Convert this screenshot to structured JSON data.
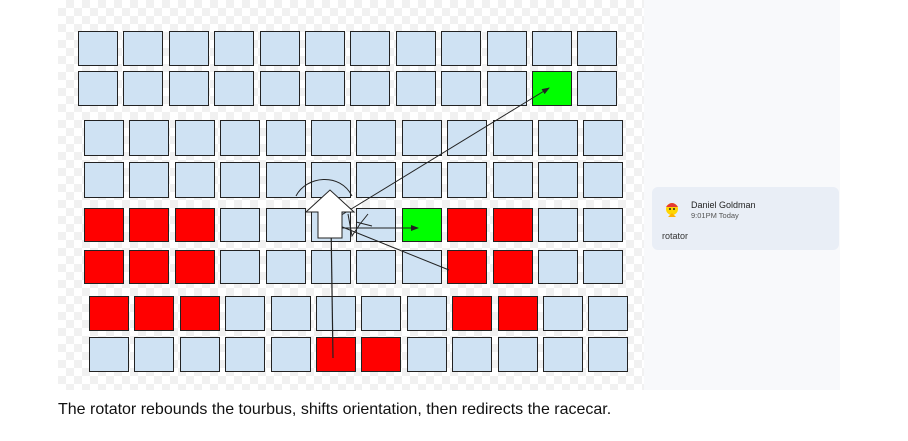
{
  "canvas": {
    "colors": {
      "empty": "#cfe2f3",
      "red": "#ff0000",
      "green": "#00ff00",
      "border": "#222222"
    },
    "grid_rows": [
      [
        "e",
        "e",
        "e",
        "e",
        "e",
        "e",
        "e",
        "e",
        "e",
        "e",
        "e",
        "e"
      ],
      [
        "e",
        "e",
        "e",
        "e",
        "e",
        "e",
        "e",
        "e",
        "e",
        "e",
        "g",
        "e"
      ],
      [
        "e",
        "e",
        "e",
        "e",
        "e",
        "e",
        "e",
        "e",
        "e",
        "e",
        "e",
        "e"
      ],
      [
        "e",
        "e",
        "e",
        "e",
        "e",
        "e",
        "e",
        "e",
        "e",
        "e",
        "e",
        "e"
      ],
      [
        "r",
        "r",
        "r",
        "e",
        "e",
        "e",
        "e",
        "g",
        "r",
        "r",
        "e",
        "e"
      ],
      [
        "r",
        "r",
        "r",
        "e",
        "e",
        "e",
        "e",
        "e",
        "r",
        "r",
        "e",
        "e"
      ],
      [
        "r",
        "r",
        "r",
        "e",
        "e",
        "e",
        "e",
        "e",
        "r",
        "r",
        "e",
        "e"
      ],
      [
        "e",
        "e",
        "e",
        "e",
        "e",
        "r",
        "r",
        "e",
        "e",
        "e",
        "e",
        "e"
      ]
    ]
  },
  "comment": {
    "author": "Daniel Goldman",
    "time": "9:01PM Today",
    "text": "rotator"
  },
  "caption": "The rotator rebounds the tourbus, shifts orientation, then redirects the racecar."
}
